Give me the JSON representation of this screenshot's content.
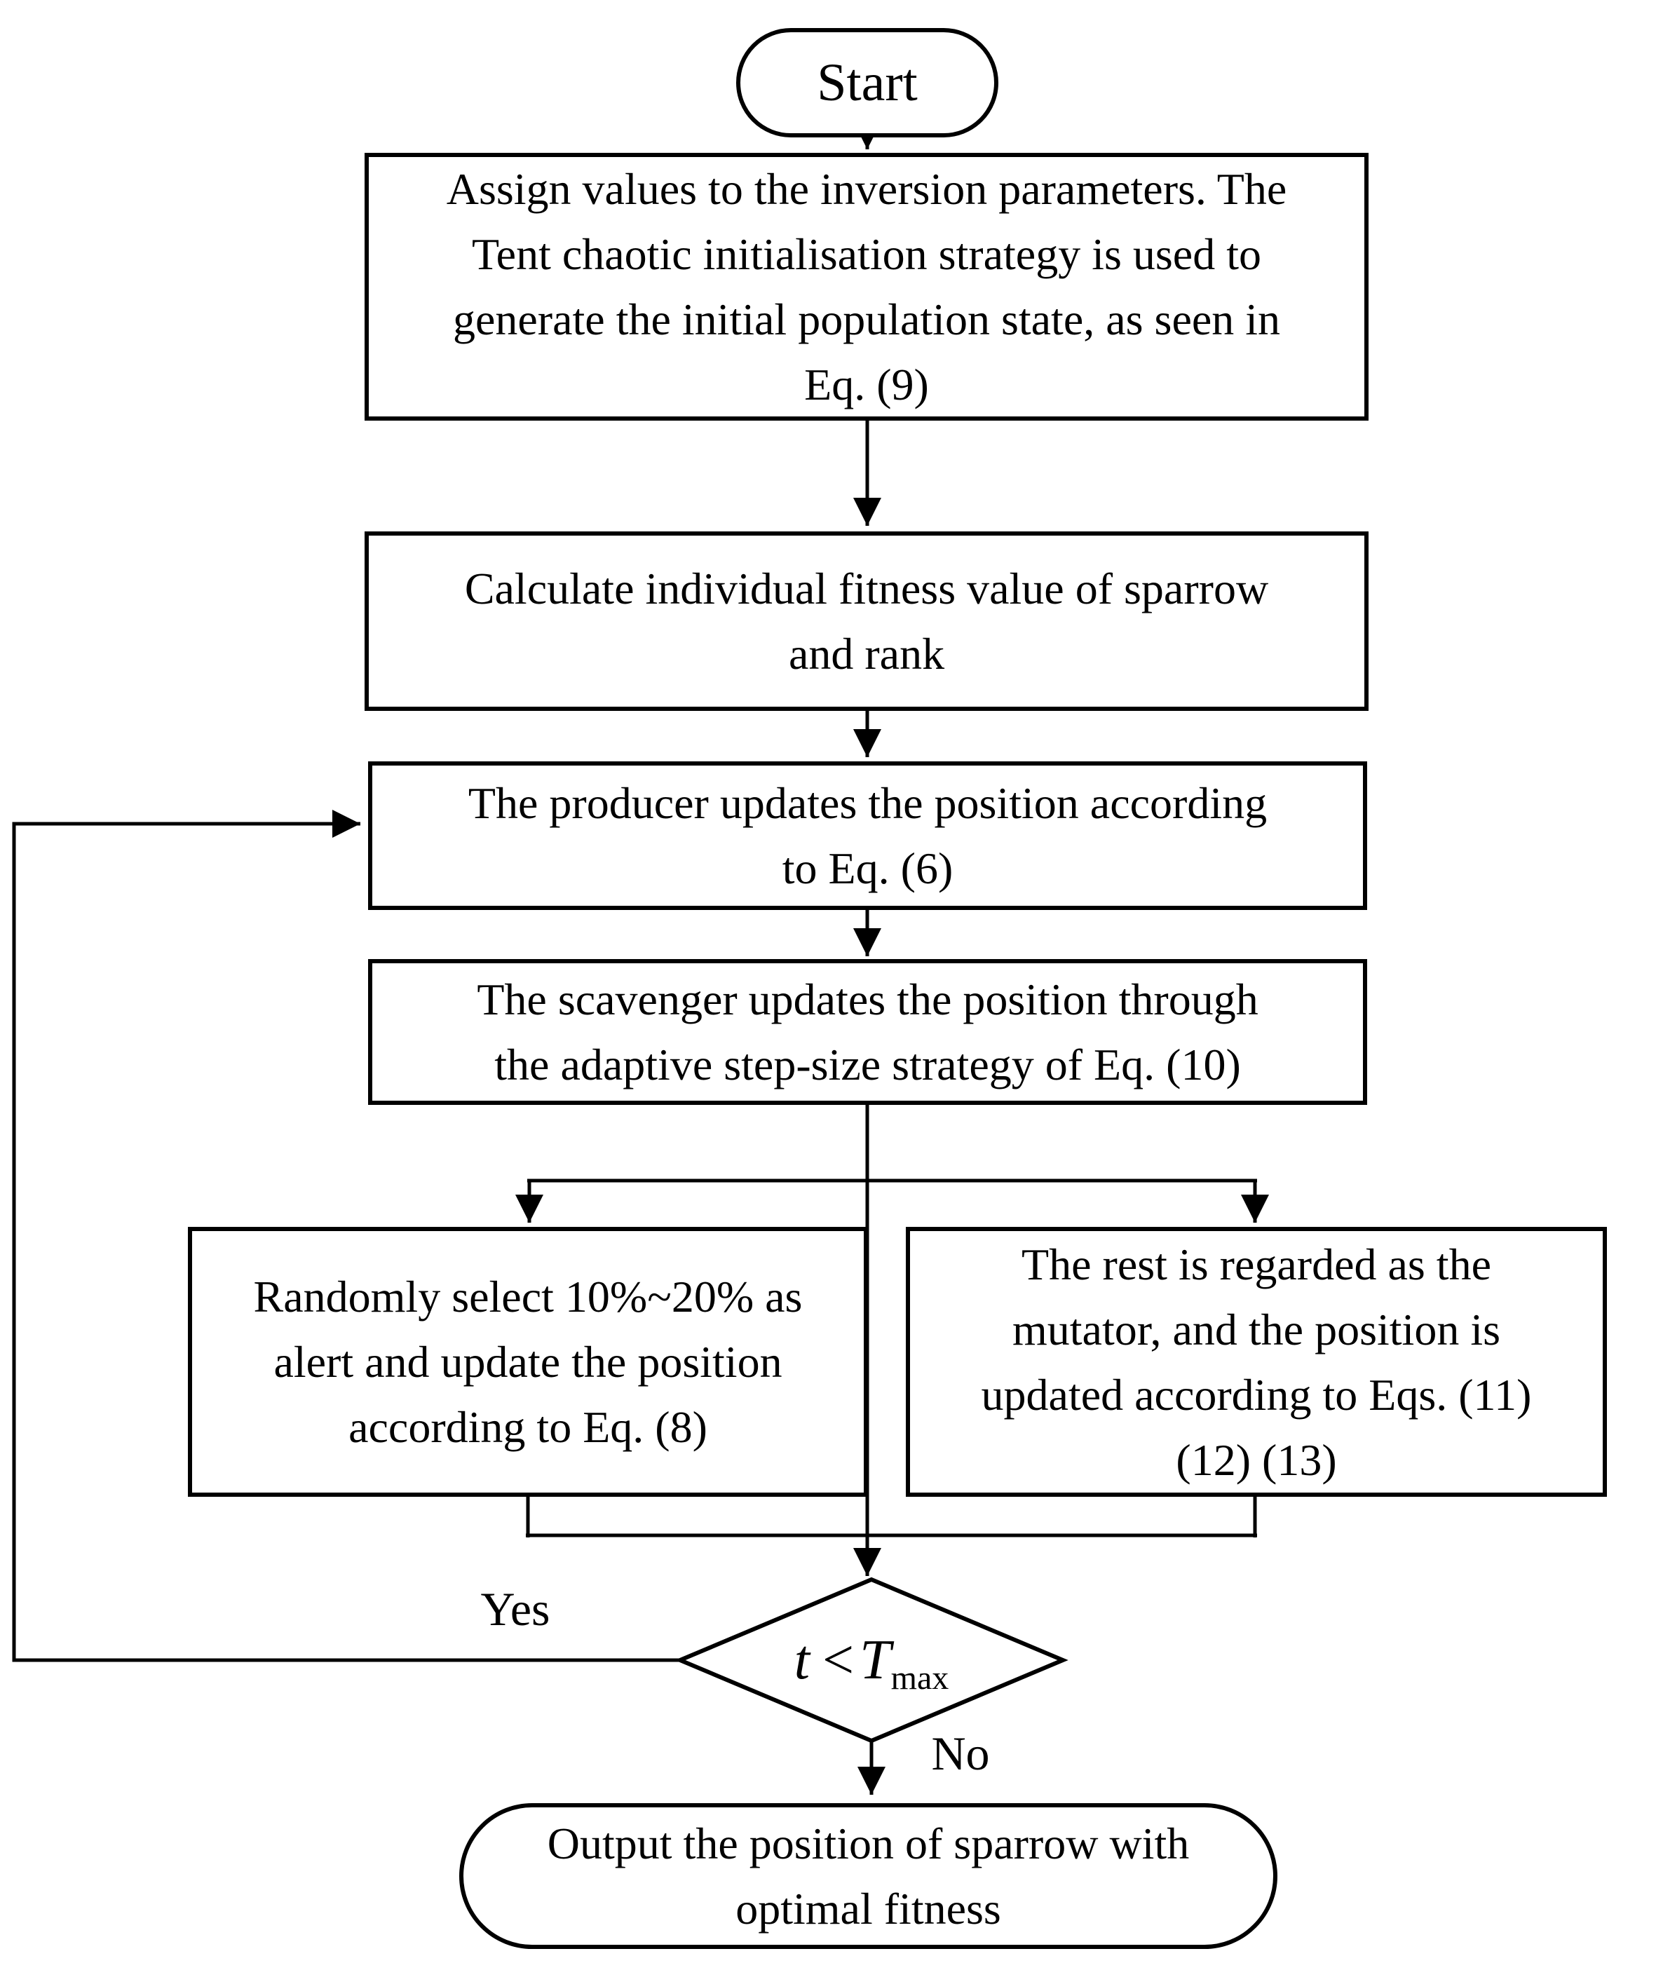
{
  "diagram": {
    "title_hint": "Improved sparrow search algorithm flowchart",
    "colors": {
      "background": "#ffffff",
      "line": "#000000",
      "node_fill": "#ffffff"
    },
    "nodes": {
      "start": "Start",
      "init_lines": [
        "Assign values to the inversion parameters. The",
        "Tent chaotic initialisation strategy is used to",
        "generate the initial population state, as seen in",
        "Eq. (9)"
      ],
      "fitness_lines": [
        "Calculate individual fitness value of sparrow",
        "and rank"
      ],
      "producer_lines": [
        "The producer updates the position according",
        "to Eq. (6)"
      ],
      "scavenger_lines": [
        "The scavenger updates the position through",
        "the adaptive step-size strategy of Eq. (10)"
      ],
      "alert_lines": [
        "Randomly select 10%~20% as",
        "alert and update the position",
        "according to Eq. (8)"
      ],
      "mutator_lines": [
        "The rest is regarded as the",
        "mutator, and the position is",
        "updated according to Eqs. (11)",
        "(12) (13)"
      ],
      "decision": {
        "lhs": "t",
        "op": "<",
        "rhs": "T",
        "rhs_sub": "max"
      },
      "output_lines": [
        "Output the position of sparrow with",
        "optimal fitness"
      ]
    },
    "edge_labels": {
      "yes": "Yes",
      "no": "No"
    }
  }
}
